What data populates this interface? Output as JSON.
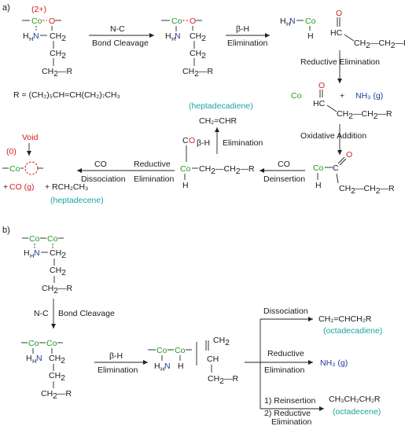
{
  "panels": {
    "a": "a)",
    "b": "b)"
  },
  "atoms": {
    "co": "Co",
    "o": "O",
    "n": "N",
    "h": "H",
    "h2": "H",
    "c": "C",
    "r": "R",
    "ch": "CH"
  },
  "charges": {
    "co2plus": "(2+)",
    "zero": "(0)"
  },
  "labels": {
    "void": "Void",
    "nc": "N-C",
    "bond_cleavage": "Bond Cleavage",
    "beta_h": "β-H",
    "elimination": "Elimination",
    "reductive": "Reductive",
    "reductive_elimination": "Reductive   Elimination",
    "oxidative_addition": "Oxidative   Addition",
    "co": "CO",
    "deinsertion": "Deinsertion",
    "dissociation": "Dissociation",
    "reinsertion": "1) Reinsertion",
    "reductive2": "2) Reductive",
    "plus": "+"
  },
  "formulas": {
    "r_definition": "R = (CH₂)₅CH=CH(CH₂)₇CH₃",
    "nh3": "NH₃ (g)",
    "co_gas": "CO (g)",
    "rch2ch3": "+ RCH₂CH₃",
    "ch2chr": "CH₂=CHR",
    "ch2chch2r": "CH₂=CHCH₂R",
    "ch3ch2ch2r": "CH₃CH₂CH₂R"
  },
  "products": {
    "heptadecadiene": "(heptadecadiene)",
    "heptadecene": "(heptadecene)",
    "octadecadiene": "(octadecadiene)",
    "octadecene": "(octadecene)"
  },
  "colors": {
    "cobalt": "#1f9a1f",
    "oxygen": "#d42020",
    "nitrogen": "#1f3aa5",
    "product": "#1aa3a3"
  }
}
